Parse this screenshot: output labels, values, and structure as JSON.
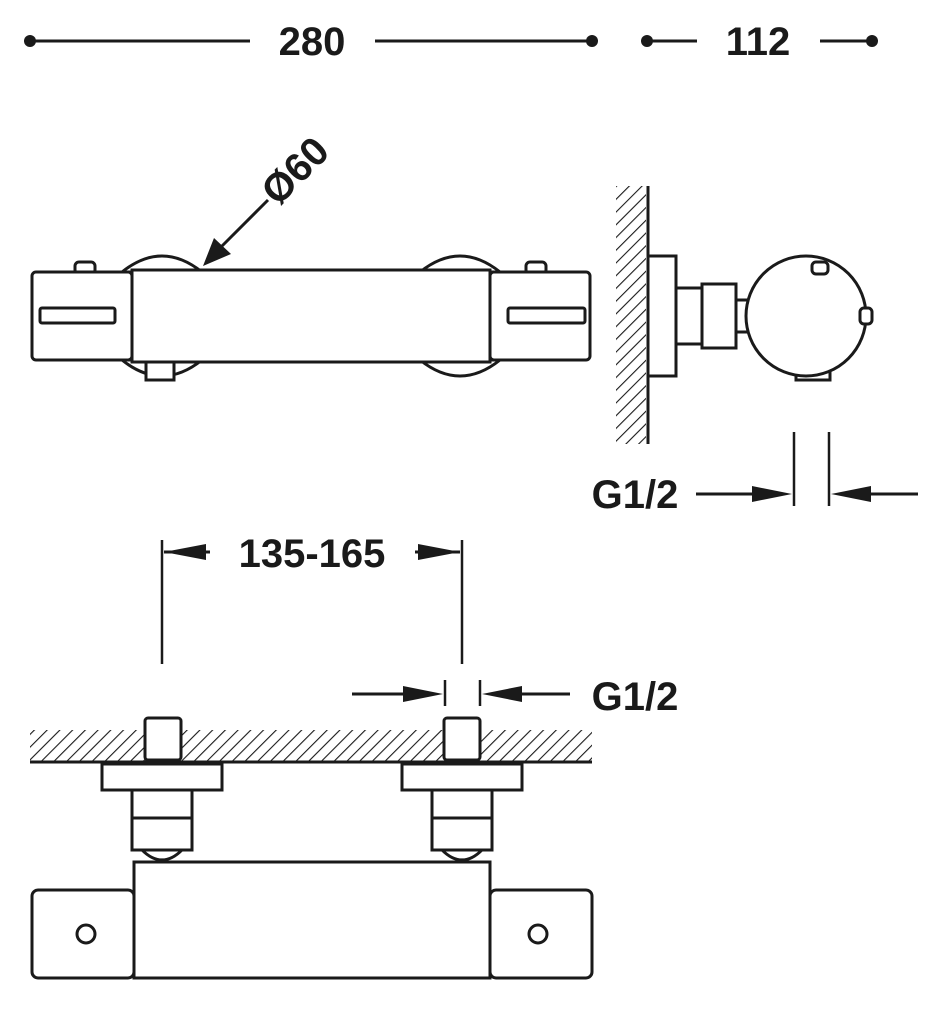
{
  "dimensions": {
    "overall_length": "280",
    "depth": "112",
    "handle_diameter": "Ø60",
    "inlet_spacing": "135-165",
    "thread_side_view": "G1/2",
    "thread_bottom_view": "G1/2"
  },
  "colors": {
    "line": "#1a1a1a",
    "background": "#ffffff"
  }
}
